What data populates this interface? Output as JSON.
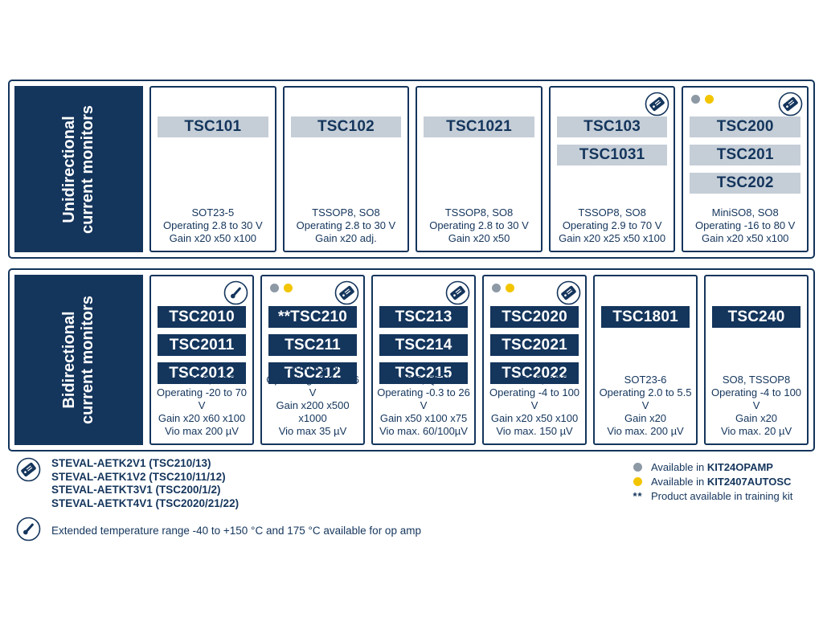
{
  "colors": {
    "navy": "#14355c",
    "bar_gray": "#c5ced7",
    "dot_gray": "#8d99a4",
    "dot_yellow": "#f2c500",
    "background": "#ffffff"
  },
  "rows": [
    {
      "label": {
        "line1": "Unidirectional",
        "line2": "current monitors"
      },
      "boxes": [
        {
          "parts": [
            "TSC101"
          ],
          "details": [
            "SOT23-5",
            "Operating 2.8 to 30 V",
            "Gain x20 x50 x100"
          ]
        },
        {
          "parts": [
            "TSC102"
          ],
          "details": [
            "TSSOP8, SO8",
            "Operating 2.8 to 30 V",
            "Gain x20 adj."
          ]
        },
        {
          "parts": [
            "TSC1021"
          ],
          "details": [
            "TSSOP8, SO8",
            "Operating 2.8 to 30 V",
            "Gain x20 x50"
          ]
        },
        {
          "parts": [
            "TSC103",
            "TSC1031"
          ],
          "details": [
            "TSSOP8, SO8",
            "Operating 2.9 to 70 V",
            "Gain x20 x25 x50 x100"
          ]
        },
        {
          "parts": [
            "TSC200",
            "TSC201",
            "TSC202"
          ],
          "details": [
            "MiniSO8, SO8",
            "Operating -16 to 80 V",
            "Gain x20 x50 x100"
          ]
        }
      ]
    },
    {
      "label": {
        "line1": "Bidirectional",
        "line2": "current monitors"
      },
      "boxes": [
        {
          "parts": [
            "TSC2010",
            "TSC2011",
            "TSC2012"
          ],
          "details": [
            "MiniSO8, SO8",
            "Operating -20 to 70 V",
            "Gain x20 x60 x100",
            "Vio max 200 µV"
          ]
        },
        {
          "parts": [
            "**TSC210",
            "TSC211",
            "TSC212"
          ],
          "details": [
            "SC70-6, QFN10",
            "Operating -0.3 to 26 V",
            "Gain x200 x500 x1000",
            "Vio max 35 µV"
          ]
        },
        {
          "parts": [
            "TSC213",
            "TSC214",
            "TSC215"
          ],
          "details": [
            "SC70-6, QFN10",
            "Operating -0.3 to 26 V",
            "Gain x50 x100 x75",
            "Vio max. 60/100µV"
          ]
        },
        {
          "parts": [
            "TSC2020",
            "TSC2021",
            "TSC2022"
          ],
          "details": [
            "MiniSO8, SO8",
            "Operating -4 to 100 V",
            "Gain x20 x50 x100",
            "Vio max. 150 µV"
          ]
        },
        {
          "parts": [
            "TSC1801"
          ],
          "details": [
            "SOT23-6",
            "Operating 2.0 to 5.5 V",
            "Gain x20",
            "Vio max. 200 µV"
          ]
        },
        {
          "parts": [
            "TSC240"
          ],
          "details": [
            "SO8, TSSOP8",
            "Operating -4 to 100 V",
            "Gain x20",
            "Vio max. 20 µV"
          ]
        }
      ]
    }
  ],
  "legend": {
    "eval_kits": [
      "STEVAL-AETK2V1 (TSC210/13)",
      "STEVAL-AETK1V2 (TSC210/11/12)",
      "STEVAL-AETKT3V1 (TSC200/1/2)",
      "STEVAL-AETKT4V1 (TSC2020/21/22)"
    ],
    "extended_temp": "Extended temperature range -40 to +150 °C and 175 °C available for op amp",
    "gray_dot": {
      "prefix": "Available in ",
      "kit": "KIT24OPAMP"
    },
    "yellow_dot": {
      "prefix": "Available in ",
      "kit": "KIT2407AUTOSC"
    },
    "training": {
      "marker": "**",
      "text": "Product available in training kit"
    }
  }
}
